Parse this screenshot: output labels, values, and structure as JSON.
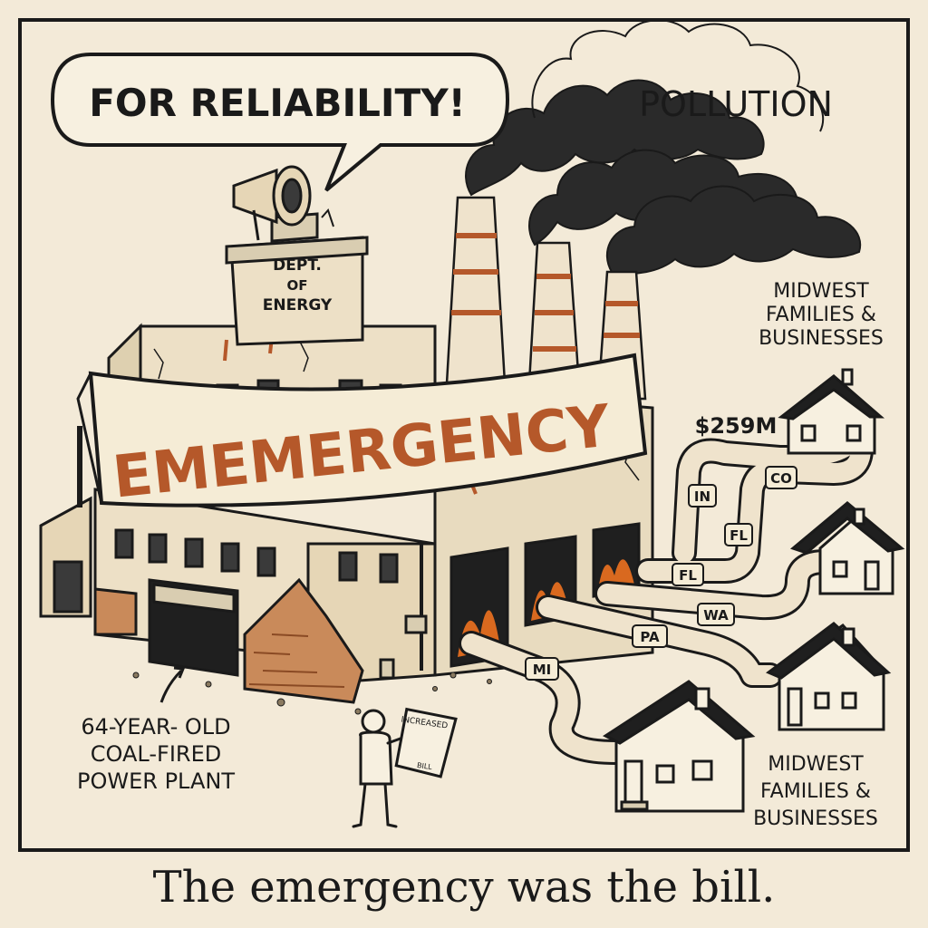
{
  "speech_bubble": "FOR RELIABILITY!",
  "pollution_label": "POLLUTION",
  "podium_lines": [
    "DEPT.",
    "OF",
    "ENERGY"
  ],
  "banner": "EMEMERGENCY",
  "plant_label_lines": [
    "64-YEAR- OLD",
    "COAL-FIRED",
    "POWER PLANT"
  ],
  "cost_label": "$259M",
  "families_top_lines": [
    "MIDWEST",
    "FAMILIES &",
    "BUSINESSES"
  ],
  "families_bottom_lines": [
    "MIDWEST",
    "FAMILIES &",
    "BUSINESSES"
  ],
  "pipe_labels": [
    "IN",
    "CO",
    "FL",
    "FL",
    "WA",
    "PA",
    "MI"
  ],
  "bill_text": [
    "INCREASED",
    "BILL"
  ],
  "caption": "The emergency was the bill.",
  "colors": {
    "paper": "#f3ead8",
    "ink": "#1a1a1a",
    "rust": "#b5582a",
    "smoke": "#2a2a2a",
    "fire": "#d9691f"
  }
}
